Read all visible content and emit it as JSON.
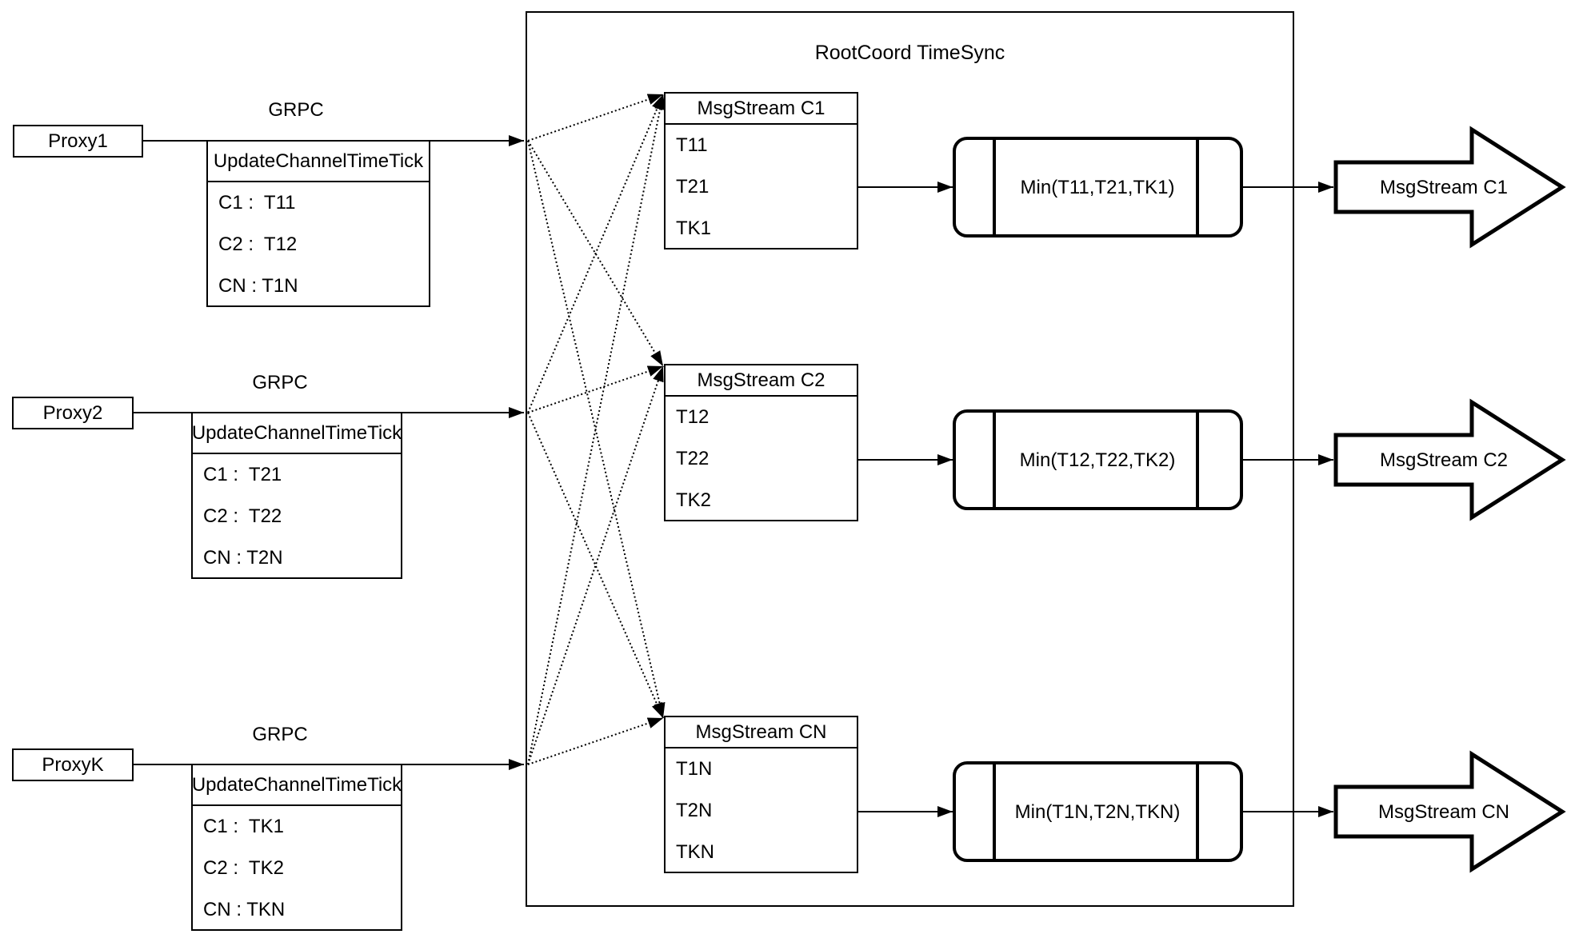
{
  "colors": {
    "ink": "#000000",
    "background": "#ffffff"
  },
  "root_box": {
    "title": "RootCoord TimeSync"
  },
  "rows": [
    {
      "proxy_label": "Proxy1",
      "grpc_label": "GRPC",
      "update_table": {
        "header": "UpdateChannelTimeTick",
        "rows": [
          "C1 :  T11",
          "C2 :  T12",
          "CN : T1N"
        ]
      },
      "msgstream_table": {
        "header": "MsgStream C1",
        "rows": [
          "T11",
          "T21",
          "TK1"
        ]
      },
      "min_label": "Min(T11,T21,TK1)",
      "output_label": "MsgStream C1"
    },
    {
      "proxy_label": "Proxy2",
      "grpc_label": "GRPC",
      "update_table": {
        "header": "UpdateChannelTimeTick",
        "rows": [
          "C1 :  T21",
          "C2 :  T22",
          "CN : T2N"
        ]
      },
      "msgstream_table": {
        "header": "MsgStream C2",
        "rows": [
          "T12",
          "T22",
          "TK2"
        ]
      },
      "min_label": "Min(T12,T22,TK2)",
      "output_label": "MsgStream C2"
    },
    {
      "proxy_label": "ProxyK",
      "grpc_label": "GRPC",
      "update_table": {
        "header": "UpdateChannelTimeTick",
        "rows": [
          "C1 :  TK1",
          "C2 :  TK2",
          "CN : TKN"
        ]
      },
      "msgstream_table": {
        "header": "MsgStream CN",
        "rows": [
          "T1N",
          "T2N",
          "TKN"
        ]
      },
      "min_label": "Min(T1N,T2N,TKN)",
      "output_label": "MsgStream CN"
    }
  ]
}
